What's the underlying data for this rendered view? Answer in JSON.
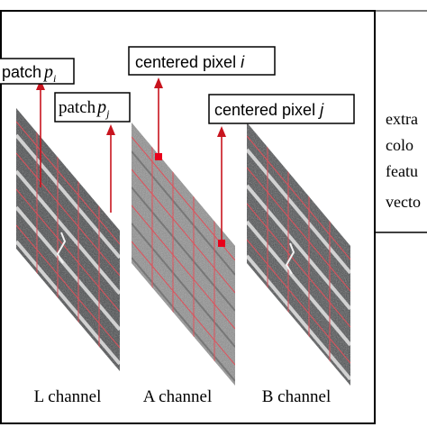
{
  "labels": {
    "patch_i": {
      "prefix": "patch",
      "var": "p",
      "sub": "i"
    },
    "patch_j": {
      "prefix": "patch",
      "var": "p",
      "sub": "j"
    },
    "pixel_i": {
      "text": "centered pixel ",
      "var": "i"
    },
    "pixel_j": {
      "text": "centered pixel ",
      "var": "j"
    }
  },
  "channels": [
    {
      "label": "L channel"
    },
    {
      "label": "A channel"
    },
    {
      "label": "B channel"
    }
  ],
  "side_text": [
    "extra",
    "colo",
    "featu",
    "vecto"
  ],
  "colors": {
    "grid_line": "#e0505a",
    "leader": "#c8141e",
    "marker": "#e8001a",
    "frame": "#000000"
  }
}
